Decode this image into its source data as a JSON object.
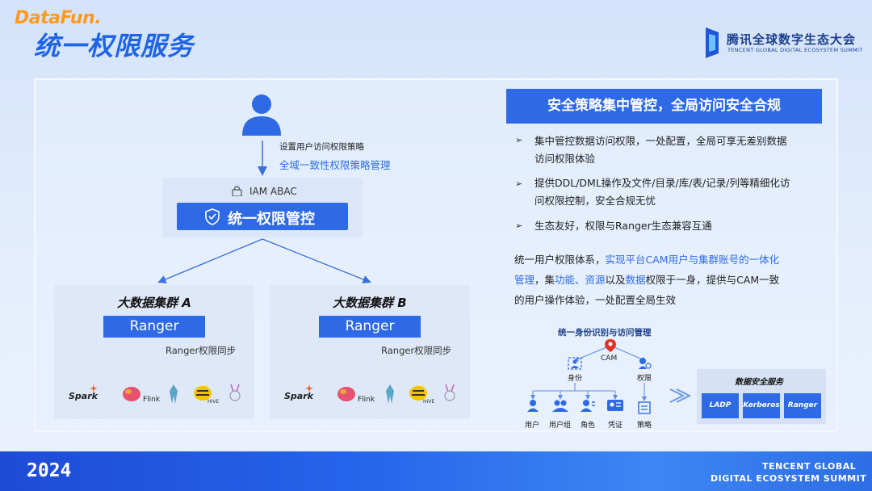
{
  "header": {
    "logo_text": "DataFun.",
    "title": "统一权限服务",
    "summit_cn": "腾讯全球数字生态大会",
    "summit_en": "TENCENT GLOBAL DIGITAL ECOSYSTEM SUMMIT"
  },
  "left": {
    "policy_label": "设置用户访问权限策略",
    "policy_sub": "全域一致性权限策略管理",
    "iam_label": "IAM ABAC",
    "unified_label": "统一权限管控",
    "clusters": [
      {
        "title": "大数据集群 A",
        "ranger": "Ranger",
        "sync": "Ranger权限同步",
        "logos": [
          "Spark",
          "Flink",
          "",
          "HIVE",
          ""
        ]
      },
      {
        "title": "大数据集群 B",
        "ranger": "Ranger",
        "sync": "Ranger权限同步",
        "logos": [
          "Spark",
          "Flink",
          "",
          "HIVE",
          ""
        ]
      }
    ]
  },
  "right": {
    "headline": "安全策略集中管控，全局访问安全合规",
    "bullets": [
      {
        "line1": "集中管控数据访问权限，一处配置，全局可享无差别数据",
        "line2": "访问权限体验"
      },
      {
        "line1": "提供DDL/DML操作及文件/目录/库/表/记录/列等精细化访",
        "line2": "问权限控制，安全合规无忧"
      },
      {
        "line1": "生态友好，权限与Ranger生态兼容互通",
        "line2": ""
      }
    ],
    "desc": {
      "p1": "统一用户权限体系，",
      "p1_hl": "实现平台CAM用户与集群账号的一体化",
      "p2_hl": "管理",
      "p2": "，集",
      "p2_hl2": "功能、资源",
      "p2b": "以及",
      "p2_hl3": "数据",
      "p2c": "权限于一身，提供与CAM一致",
      "p3": "的用户操作体验，一处配置全局生效"
    },
    "diagram": {
      "title": "统一身份识别与访问管理",
      "cam": "CAM",
      "identity": "身份",
      "permission": "权限",
      "leaves": [
        "用户",
        "用户组",
        "角色",
        "凭证"
      ],
      "policy": "策略"
    },
    "security": {
      "title": "数据安全服务",
      "items": [
        "LADP",
        "Kerberos",
        "Ranger"
      ]
    }
  },
  "footer": {
    "year": "2024",
    "en_line1": "TENCENT GLOBAL",
    "en_line2": "DIGITAL ECOSYSTEM SUMMIT"
  },
  "colors": {
    "accent": "#2f6ae6",
    "title": "#1e64e6",
    "logo": "#ff9a1f"
  }
}
